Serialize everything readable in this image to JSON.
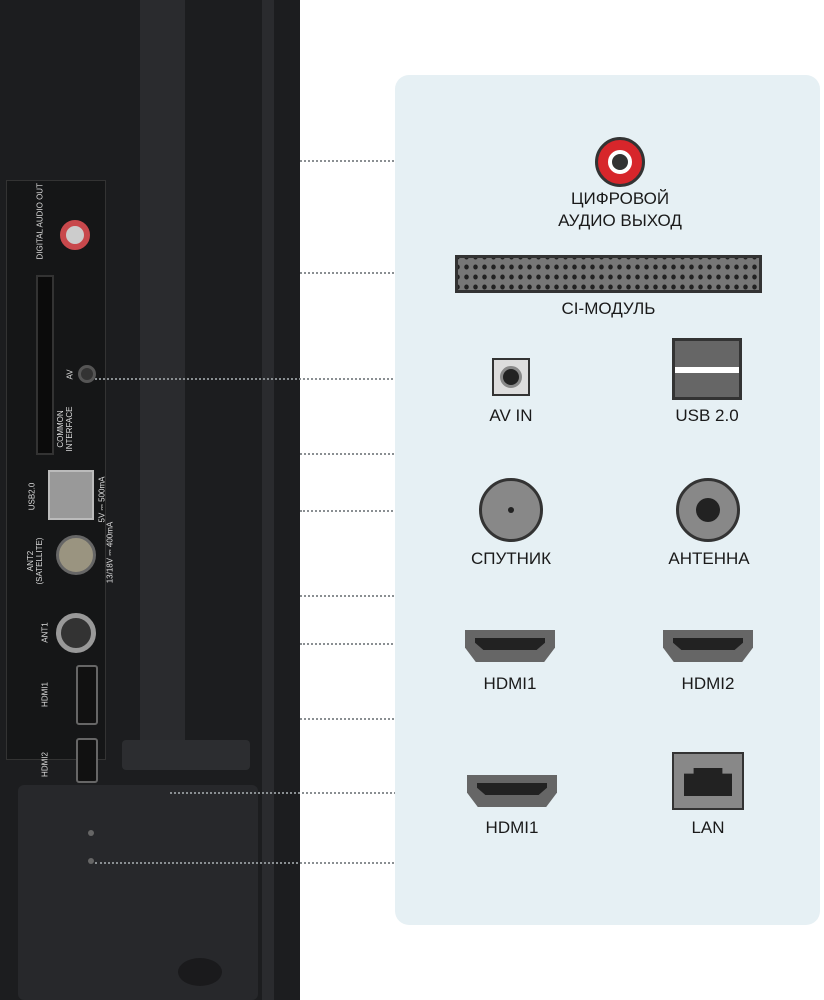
{
  "tv_labels": {
    "digital_audio_out": "DIGITAL AUDIO OUT",
    "av": "AV",
    "common_interface": "COMMON INTERFACE",
    "usb": "USB2.0",
    "usb_power": "5V ⎓ 500mA",
    "ant2": "ANT2 (SATELLITE)",
    "ant2_power": "13/18V ⎓ 400mA",
    "ant1": "ANT1",
    "hdmi1": "HDMI1",
    "hdmi2": "HDMI2"
  },
  "ports": {
    "digital_audio": "ЦИФРОВОЙ АУДИО ВЫХОД",
    "ci": "CI-МОДУЛЬ",
    "av_in": "AV IN",
    "usb": "USB 2.0",
    "satellite": "СПУТНИК",
    "antenna": "АНТЕННА",
    "hdmi1": "HDMI1",
    "hdmi2": "HDMI2",
    "hdmi1b": "HDMI1",
    "lan": "LAN"
  },
  "colors": {
    "panel": "#e6f0f4",
    "audio_red": "#d7262b"
  }
}
